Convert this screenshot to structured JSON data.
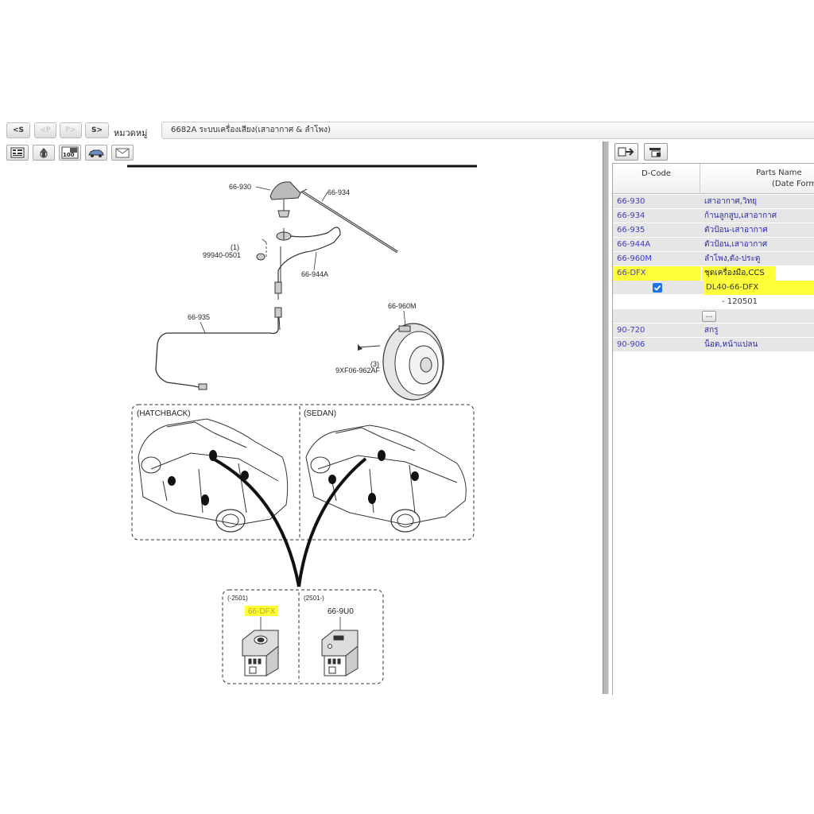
{
  "nav": {
    "first": "<S",
    "prev": "<P",
    "next": "P>",
    "last": "S>",
    "category_label": "หมวดหมู่",
    "title": "6682A  ระบบเครื่องเสียง(เสาอากาศ & ลำโพง)"
  },
  "toolbar": {
    "icons": [
      "list-icon",
      "recycle-icon",
      "zoom-100-icon",
      "car-icon",
      "mail-icon"
    ],
    "zoom_label": "100"
  },
  "diagram": {
    "part_labels": {
      "p66930": "66-930",
      "p66934": "66-934",
      "p99940": "99940-0501",
      "p99940_qty": "(1)",
      "p66944a": "66-944A",
      "p66935": "66-935",
      "p66960m": "66-960M",
      "p9xf06": "9XF06-962AF",
      "p9xf06_qty": "(3)",
      "hatchback": "(HATCHBACK)",
      "sedan": "(SEDAN)",
      "range_old": "(-2501)",
      "range_new": "(2501-)",
      "p66dfx": "66-DFX",
      "p669u0": "66-9U0"
    },
    "highlight_color": "#ffff33"
  },
  "parts_table": {
    "header": {
      "dcode": "D-Code",
      "name_line1": "Parts Name",
      "name_line2": "(Date Form"
    },
    "rows": [
      {
        "code": "66-930",
        "name": "เสาอากาศ,วิทยุ"
      },
      {
        "code": "66-934",
        "name": "ก้านลูกสูบ,เสาอากาศ"
      },
      {
        "code": "66-935",
        "name": "ตัวป้อน-เสาอากาศ"
      },
      {
        "code": "66-944A",
        "name": "ตัวป้อน,เสาอากาศ"
      },
      {
        "code": "66-960M",
        "name": "ลำโพง,ตัง-ประตู"
      },
      {
        "code": "66-DFX",
        "name": "ชุดเครื่องมือ,CCS"
      },
      {
        "code": "",
        "name": "DL40-66-DFX",
        "checked": true
      },
      {
        "code": "",
        "name": "- 120501"
      },
      {
        "code": "",
        "name": "...",
        "button": true
      },
      {
        "code": "90-720",
        "name": "สกรู"
      },
      {
        "code": "90-906",
        "name": "น็อต,หน้าแปลน"
      }
    ],
    "row_shade_color": "#e6e6e6",
    "link_color": "#3c3ccf"
  }
}
